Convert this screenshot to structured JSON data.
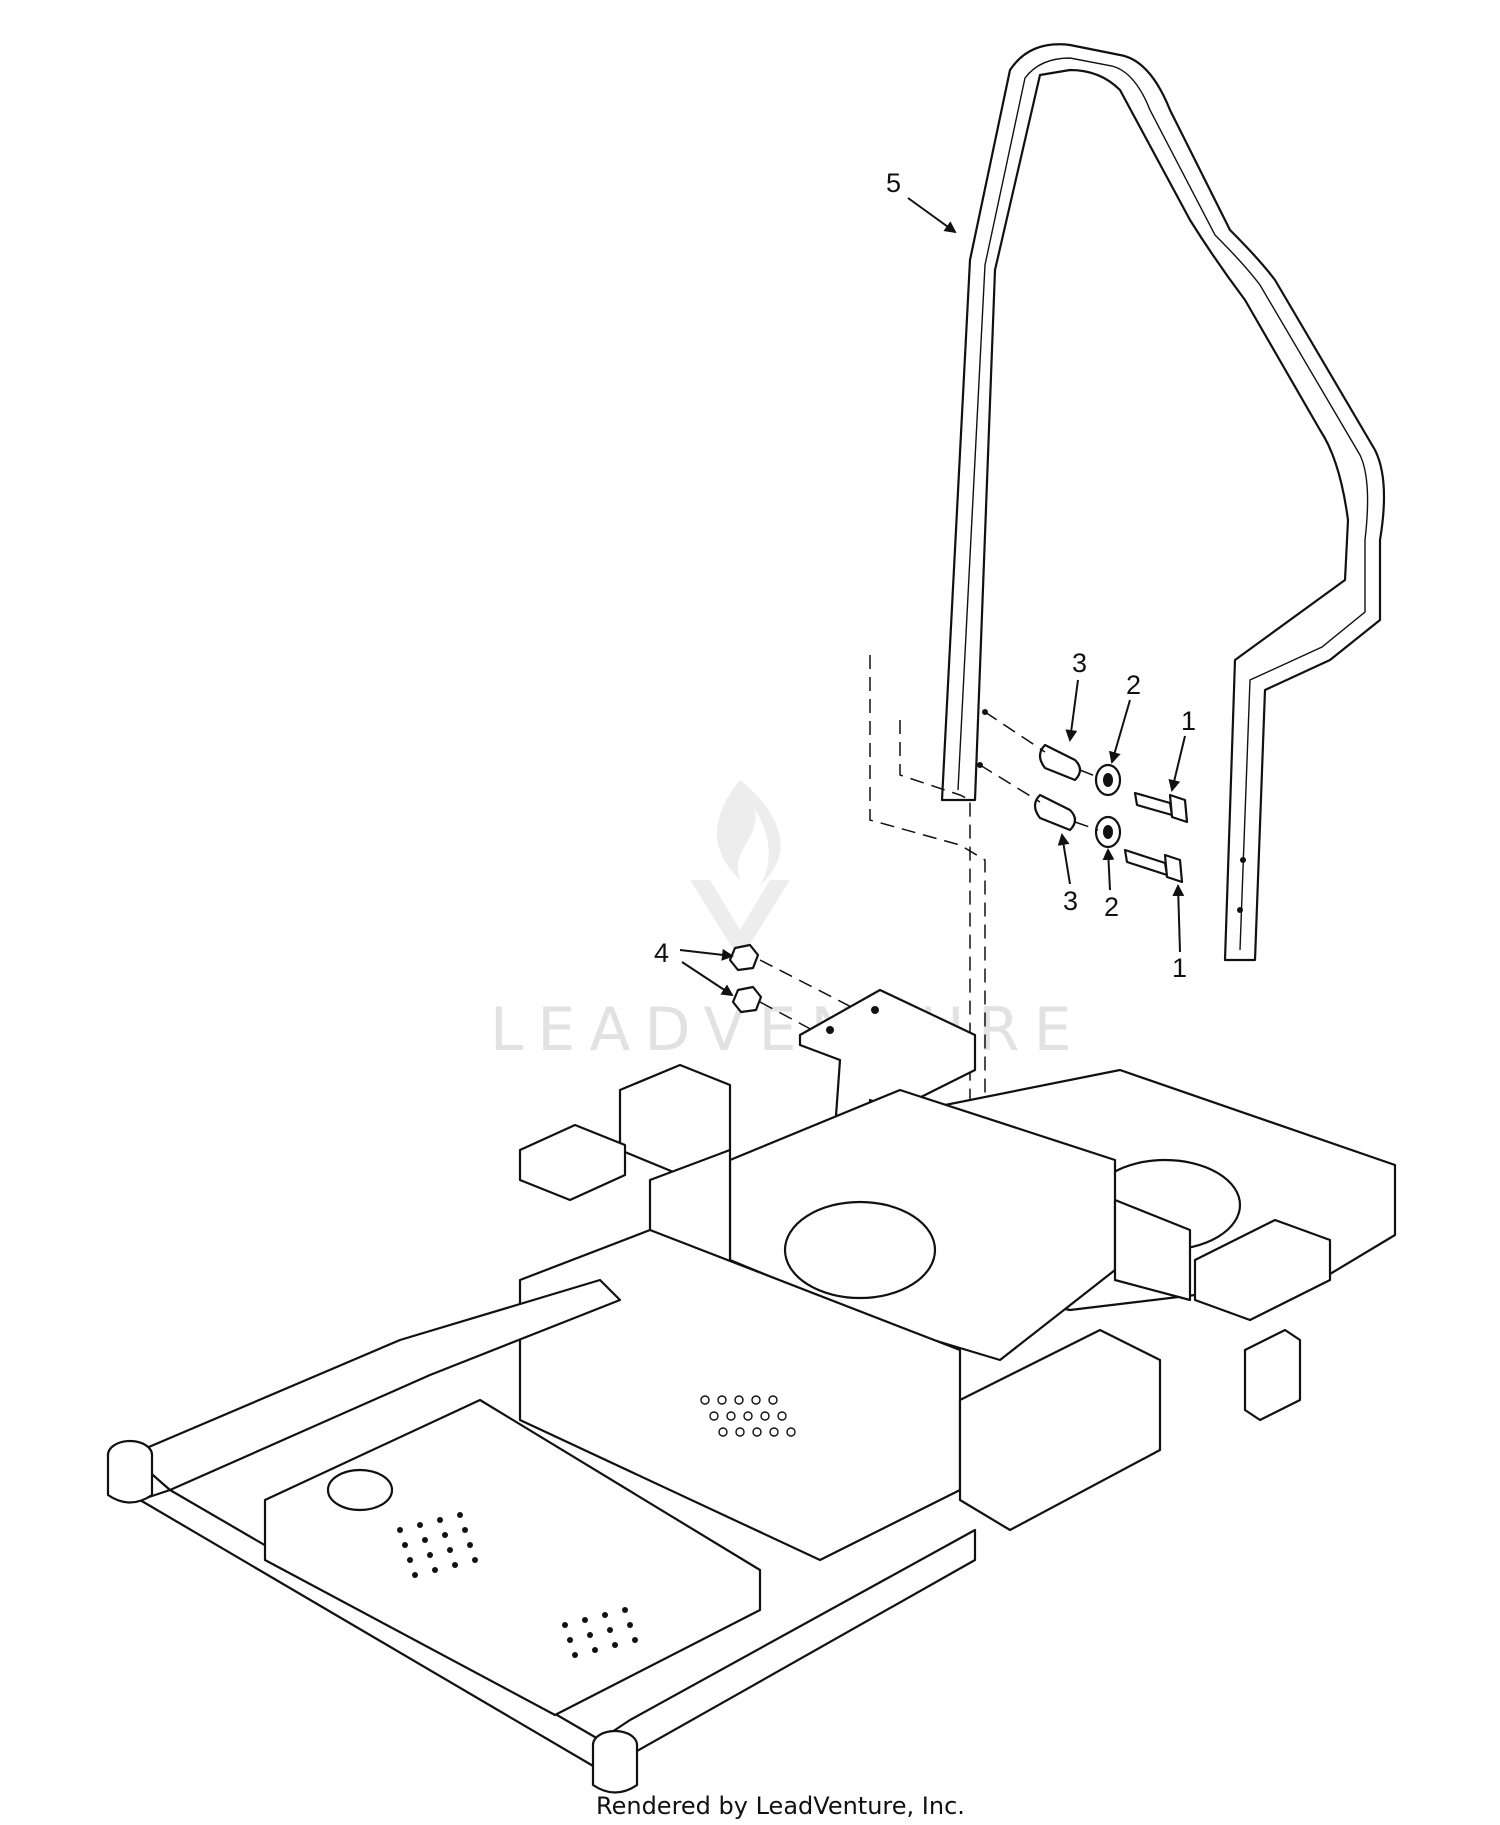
{
  "diagram": {
    "callouts": {
      "c1a": "1",
      "c1b": "1",
      "c2a": "2",
      "c2b": "2",
      "c3a": "3",
      "c3b": "3",
      "c4": "4",
      "c5": "5"
    },
    "watermark": "LEADVENTURE",
    "footer": "Rendered by LeadVenture, Inc."
  }
}
